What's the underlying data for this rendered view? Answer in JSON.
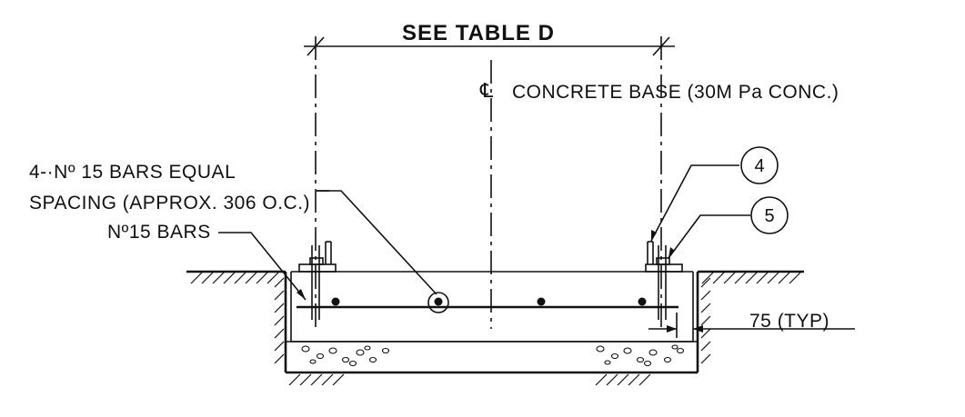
{
  "labels": {
    "title": "SEE TABLE D",
    "centerline_symbol": "℄",
    "concrete_base": "CONCRETE BASE (30M Pa CONC.)",
    "bars_line1": "4-·Nº 15 BARS  EQUAL",
    "bars_line2": "SPACING (APPROX. 306 O.C.)",
    "nbars": "Nº15 BARS",
    "cover": "75 (TYP)",
    "callout_4": "4",
    "callout_5": "5"
  }
}
